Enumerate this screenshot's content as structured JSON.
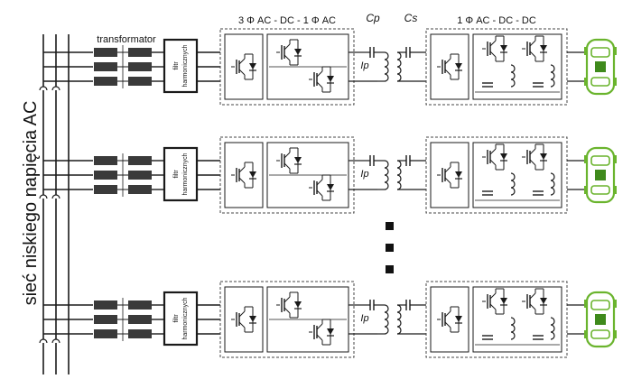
{
  "labels": {
    "vertical_label": "sieć niskiego napięcia AC",
    "transformer": "transformator",
    "filter_line1": "filtr",
    "filter_line2": "harmonicznych",
    "stage_ac_dc_ac": "3 Φ AC - DC - 1 Φ AC",
    "cap_primary": "Cp",
    "cap_secondary": "Cs",
    "current_primary": "Ip",
    "stage_ac_dc_dc": "1 Φ AC - DC - DC"
  },
  "rows": [
    {
      "id": "row-1"
    },
    {
      "id": "row-2"
    },
    {
      "id": "row-3"
    }
  ],
  "colors": {
    "line": "#1a1a1a",
    "transformer_core": "#3a3a3a",
    "dashed_box": "#444444",
    "vehicle": "#6ab42d",
    "vehicle_dark": "#3f8a1c"
  },
  "icons": {
    "igbt": "igbt-switch-icon",
    "diode": "diode-icon",
    "inductor": "inductor-coil-icon",
    "capacitor": "capacitor-icon",
    "vehicle": "electric-vehicle-icon"
  }
}
